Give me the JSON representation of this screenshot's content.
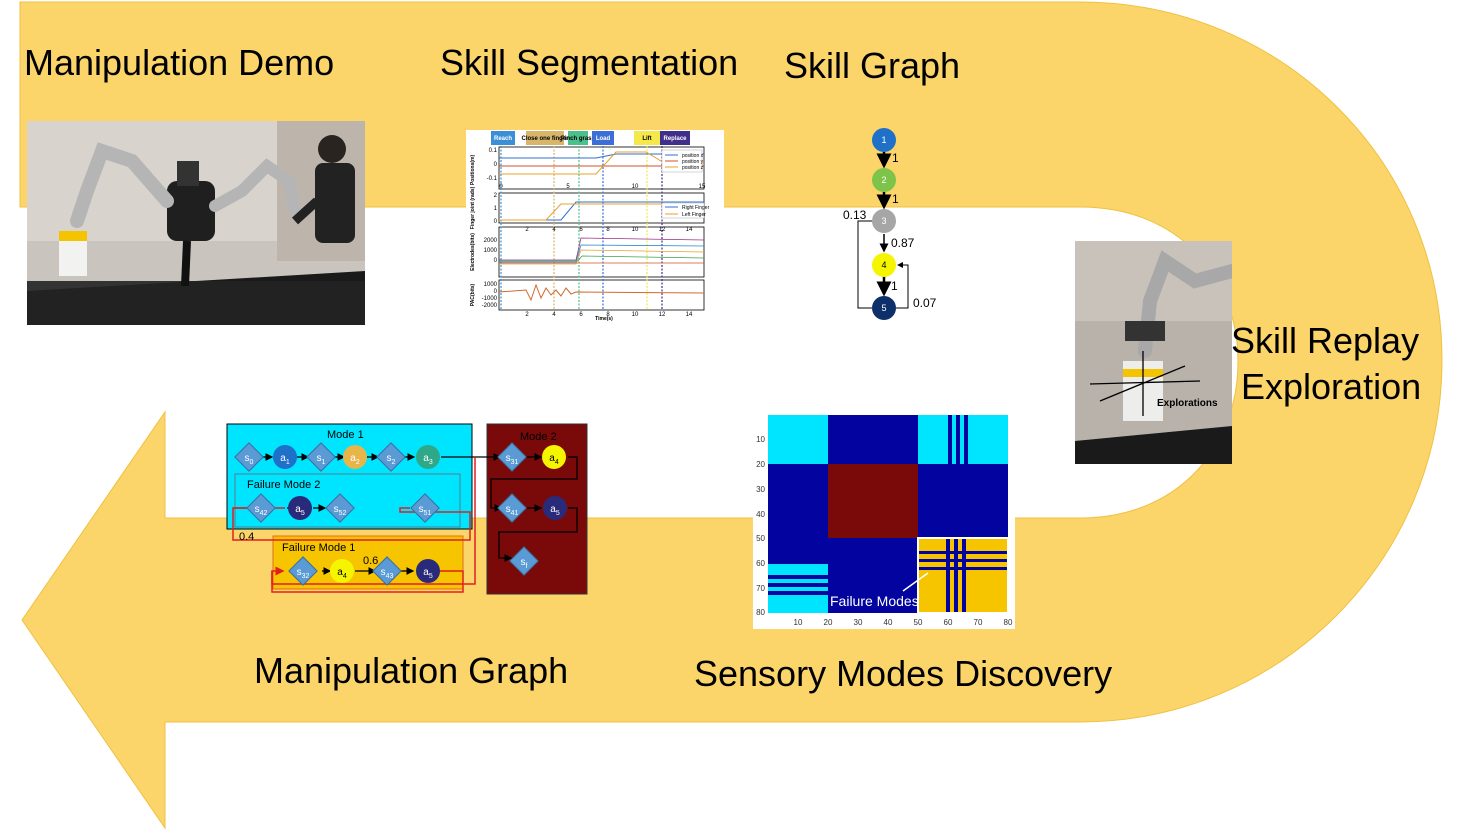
{
  "stages": {
    "demo": "Manipulation Demo",
    "segmentation": "Skill Segmentation",
    "graph": "Skill Graph",
    "replay_line1": "Skill Replay",
    "replay_line2": "Exploration",
    "sensory": "Sensory Modes Discovery",
    "manip_graph": "Manipulation Graph"
  },
  "colors": {
    "arrow": "#FBD56A",
    "cyan": "#00E5FF",
    "darkred": "#7A0A0A",
    "gold": "#F6C500",
    "navy": "#0303A0"
  },
  "segmentation_plot": {
    "phases": [
      "Reach",
      "Close one finger",
      "Pinch grasp",
      "Load",
      "Lift",
      "Replace"
    ],
    "ylabels": [
      "Positions(m)",
      "Finger joint (rads)",
      "Electrodes(bits)",
      "PAC(bits)"
    ],
    "legend_top": [
      "position x",
      "position y",
      "position z"
    ],
    "legend_mid": [
      "Right Finger",
      "Left Finger"
    ],
    "xlabel": "Time(s)",
    "ticks_top": [
      "0",
      "5",
      "10",
      "15"
    ],
    "ticks": [
      "2",
      "4",
      "6",
      "8",
      "10",
      "12",
      "14"
    ],
    "yticks_top": [
      "0.1",
      "0",
      "-0.1"
    ],
    "yticks_mid": [
      "2",
      "1",
      "0"
    ],
    "yticks_elec": [
      "2000",
      "1000",
      "0"
    ],
    "yticks_pac": [
      "1000",
      "0",
      "-1000",
      "-2000"
    ]
  },
  "skill_graph": {
    "nodes": [
      "1",
      "2",
      "3",
      "4",
      "5"
    ],
    "edges": [
      "1",
      "1",
      "0.13",
      "0.87",
      "1",
      "0.07"
    ]
  },
  "replay": {
    "label": "Explorations"
  },
  "heatmap": {
    "annotation": "Failure Modes",
    "yticks": [
      "10",
      "20",
      "30",
      "40",
      "50",
      "60",
      "70",
      "80"
    ],
    "xticks": [
      "10",
      "20",
      "30",
      "40",
      "50",
      "60",
      "70",
      "80"
    ]
  },
  "manip": {
    "mode1": "Mode 1",
    "mode2": "Mode 2",
    "failure2": "Failure Mode 2",
    "failure1": "Failure Mode 1",
    "p1": "0.4",
    "p2": "0.6",
    "mode1_row": [
      {
        "t": "s",
        "sub": "0"
      },
      {
        "t": "a",
        "sub": "1"
      },
      {
        "t": "s",
        "sub": "1"
      },
      {
        "t": "a",
        "sub": "2"
      },
      {
        "t": "s",
        "sub": "2"
      },
      {
        "t": "a",
        "sub": "3"
      }
    ],
    "fm2_row": [
      {
        "t": "s",
        "sub": "42"
      },
      {
        "t": "a",
        "sub": "5"
      },
      {
        "t": "s",
        "sub": "52"
      },
      {
        "t": "s",
        "sub": "51"
      }
    ],
    "fm1_row": [
      {
        "t": "s",
        "sub": "32"
      },
      {
        "t": "a",
        "sub": "4"
      },
      {
        "t": "s",
        "sub": "43"
      },
      {
        "t": "a",
        "sub": "5"
      }
    ],
    "mode2_nodes": [
      {
        "t": "s",
        "sub": "31"
      },
      {
        "t": "a",
        "sub": "4"
      },
      {
        "t": "s",
        "sub": "41"
      },
      {
        "t": "a",
        "sub": "5"
      },
      {
        "t": "s",
        "sub": "f"
      }
    ]
  }
}
